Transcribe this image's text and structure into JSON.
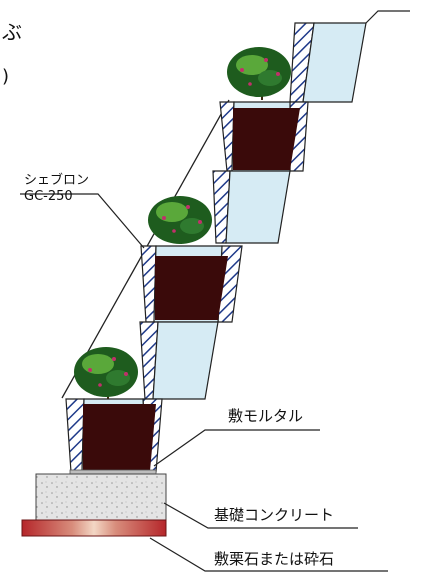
{
  "labels": {
    "partial_top_glyph": "ぶ",
    "partial_top_paren": ")",
    "chevron_name": "シェブロン",
    "chevron_model": "GC-250",
    "mortar": "敷モルタル",
    "concrete": "基礎コンクリート",
    "gravel": "敷栗石または砕石"
  },
  "colors": {
    "block_fill": "#d6ebf4",
    "block_stroke": "#2a2a2a",
    "hatch": "#1f3a8a",
    "soil": "#3a0a0a",
    "leaf_dark": "#1e5c1e",
    "leaf_light": "#5aa83a",
    "flower": "#c0306a",
    "concrete": "#e4e4e4",
    "gravel": "#b5262a",
    "gravel_light": "#f3d7c5"
  }
}
